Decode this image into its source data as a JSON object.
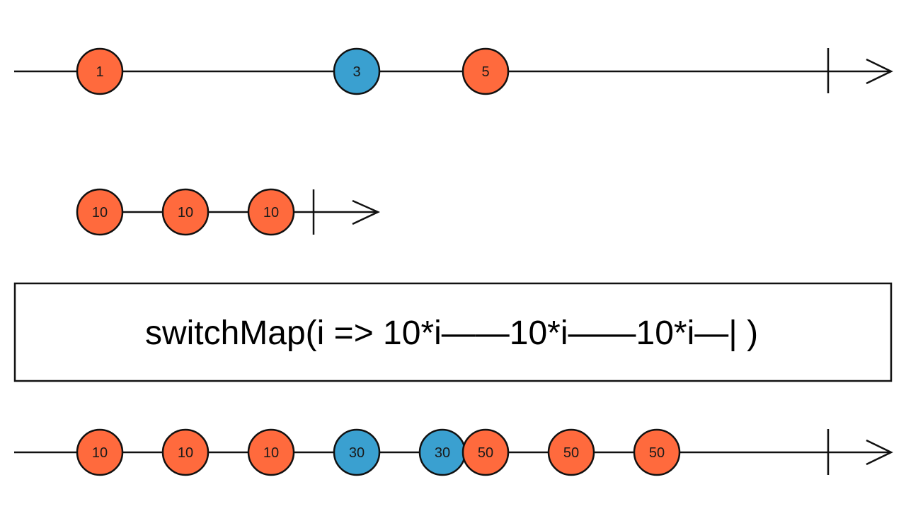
{
  "colors": {
    "orange": "#ff6a3d",
    "blue": "#3aa0d0",
    "stroke": "#111111"
  },
  "source": {
    "marbles": [
      {
        "label": "1",
        "color": "orange"
      },
      {
        "label": "3",
        "color": "blue"
      },
      {
        "label": "5",
        "color": "orange"
      }
    ]
  },
  "inner": {
    "marbles": [
      {
        "label": "10",
        "color": "orange"
      },
      {
        "label": "10",
        "color": "orange"
      },
      {
        "label": "10",
        "color": "orange"
      }
    ]
  },
  "operator": {
    "text": "switchMap(i => 10*i——10*i——10*i—| )"
  },
  "output": {
    "marbles": [
      {
        "label": "10",
        "color": "orange"
      },
      {
        "label": "10",
        "color": "orange"
      },
      {
        "label": "10",
        "color": "orange"
      },
      {
        "label": "30",
        "color": "blue"
      },
      {
        "label": "30",
        "color": "blue"
      },
      {
        "label": "50",
        "color": "orange"
      },
      {
        "label": "50",
        "color": "orange"
      },
      {
        "label": "50",
        "color": "orange"
      }
    ]
  }
}
